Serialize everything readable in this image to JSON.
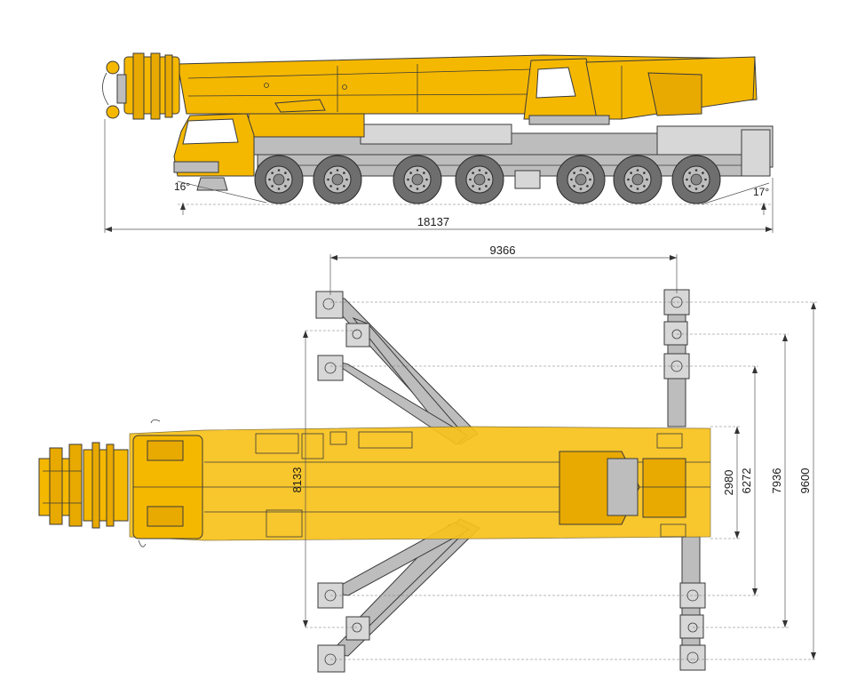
{
  "side_view": {
    "overall_length": "18137",
    "approach_angle_front": "16°",
    "departure_angle_rear": "17°"
  },
  "top_view": {
    "outrigger_span_longitudinal": "9366",
    "outrigger_span_transverse_max": "9600",
    "outrigger_span_transverse_2": "7936",
    "outrigger_span_transverse_3": "6272",
    "outrigger_span_transverse_min": "2980",
    "front_outrigger_span": "8133"
  },
  "colors": {
    "crane_yellow": "#f5b800",
    "outrigger_grey": "#bdbdbd",
    "outline": "#3a3a3a"
  }
}
